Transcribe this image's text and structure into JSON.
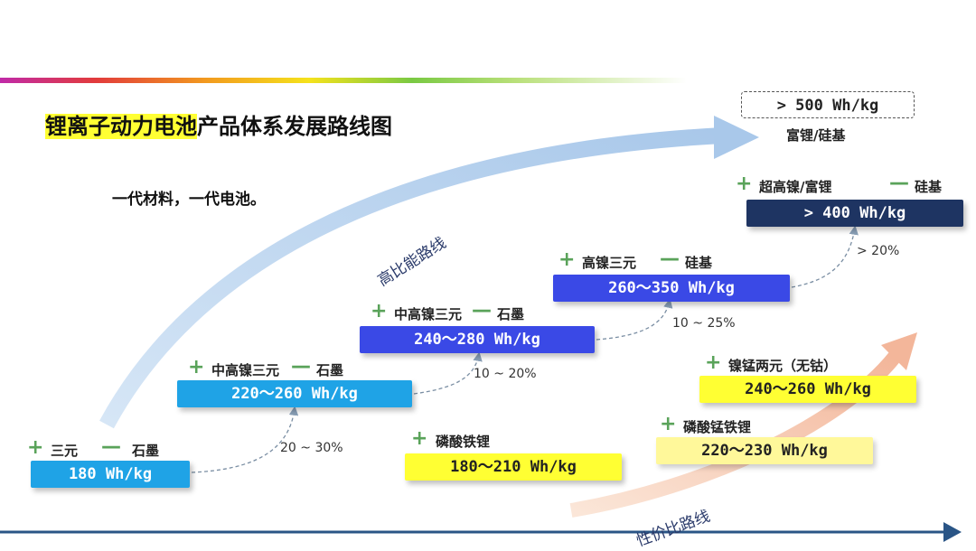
{
  "title": {
    "highlight": "锂离子动力电池",
    "rest": "产品体系发展路线图"
  },
  "subtitle": "一代材料，一代电池。",
  "routes": {
    "high_energy": "高比能路线",
    "cost_effective": "性价比路线"
  },
  "nodes": {
    "n1": {
      "cathode": "三元",
      "anode": "石墨",
      "value": "180 Wh/kg"
    },
    "n2": {
      "cathode": "中高镍三元",
      "anode": "石墨",
      "value": "220～260 Wh/kg"
    },
    "n3": {
      "cathode": "中高镍三元",
      "anode": "石墨",
      "value": "240～280 Wh/kg"
    },
    "n4": {
      "cathode": "高镍三元",
      "anode": "硅基",
      "value": "260～350 Wh/kg"
    },
    "n5": {
      "cathode": "超高镍/富锂",
      "anode": "硅基",
      "value": "> 400 Wh/kg"
    },
    "n6": {
      "value": "> 500 Wh/kg",
      "caption": "富锂/硅基"
    },
    "y1": {
      "label": "磷酸铁锂",
      "value": "180～210 Wh/kg"
    },
    "y2": {
      "label": "磷酸锰铁锂",
      "value": "220～230 Wh/kg"
    },
    "y3": {
      "label": "镍锰两元（无钴）",
      "value": "240～260 Wh/kg"
    }
  },
  "increments": {
    "i1": "20 ~ 30%",
    "i2": "10 ~ 20%",
    "i3": "10 ~ 25%",
    "i4": "> 20%"
  },
  "symbols": {
    "plus": "+",
    "minus": "—"
  },
  "colors": {
    "light_blue": "#1fa3e6",
    "royal_blue": "#3a49e6",
    "navy": "#1e3462",
    "yellow": "#ffff33",
    "pale_yellow": "#fff89a"
  }
}
